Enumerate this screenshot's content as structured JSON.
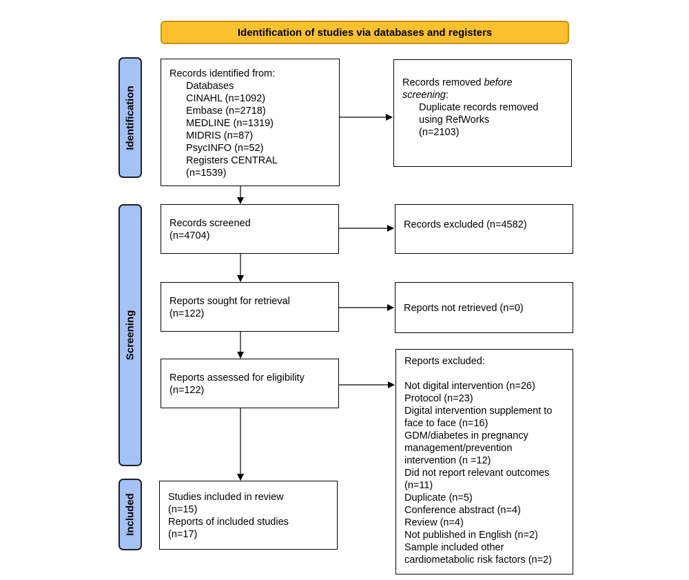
{
  "header": {
    "title": "Identification of studies via databases and registers"
  },
  "phases": {
    "identification": "Identification",
    "screening": "Screening",
    "included": "Included"
  },
  "records_identified": {
    "heading": "Records identified from:",
    "lines": [
      "Databases",
      "CINAHL (n=1092)",
      "Embase (n=2718)",
      "MEDLINE (n=1319)",
      "MIDRIS (n=87)",
      "PsycINFO (n=52)",
      "Registers CENTRAL",
      "(n=1539)"
    ]
  },
  "records_removed": {
    "heading_plain": "Records removed ",
    "heading_italic": "before",
    "heading_italic_2": "screening",
    "heading_colon": ":",
    "lines": [
      "Duplicate records removed",
      "using RefWorks",
      "(n=2103)"
    ]
  },
  "records_screened": {
    "label": "Records screened",
    "count": "(n=4704)"
  },
  "records_excluded": {
    "label": "Records excluded (n=4582)"
  },
  "reports_sought": {
    "label": "Reports sought for retrieval",
    "count": "(n=122)"
  },
  "reports_not_retrieved": {
    "label": "Reports not retrieved (n=0)"
  },
  "reports_assessed": {
    "label": "Reports assessed for eligibility",
    "count": "(n=122)"
  },
  "reports_excluded": {
    "heading": "Reports excluded:",
    "lines": [
      "Not digital intervention (n=26)",
      "Protocol (n=23)",
      "Digital intervention supplement to",
      "face to face (n=16)",
      "GDM/diabetes in pregnancy",
      "management/prevention",
      "intervention (n =12)",
      "Did not report relevant outcomes",
      "(n=11)",
      "Duplicate (n=5)",
      "Conference abstract (n=4)",
      "Review (n=4)",
      "Not published in English (n=2)",
      "Sample included other",
      "cardiometabolic risk factors (n=2)"
    ]
  },
  "included": {
    "lines": [
      "Studies included in review",
      "(n=15)",
      "Reports of included studies",
      "(n=17)"
    ]
  }
}
